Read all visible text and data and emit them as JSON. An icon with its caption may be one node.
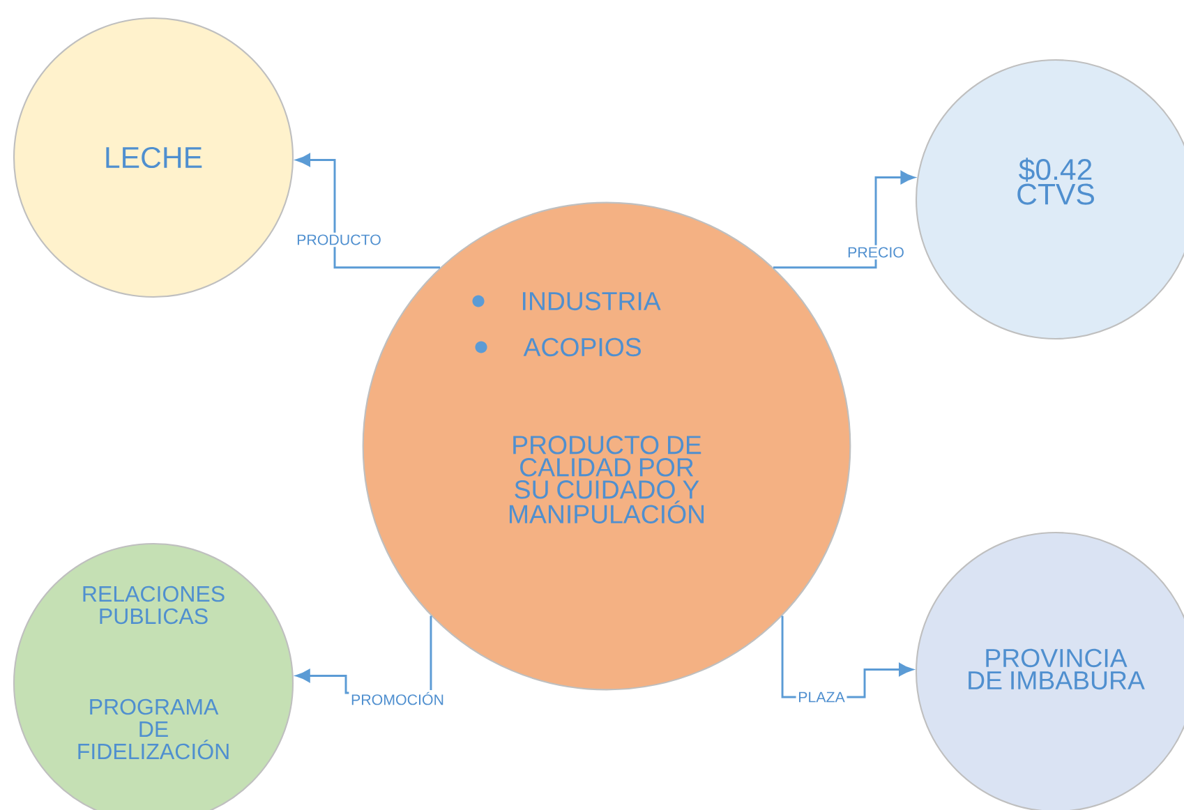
{
  "diagram": {
    "nodes": [
      {
        "text": [
          "INDUSTRIA",
          "ACOPIOS",
          "PRODUCTO DE CALIDAD POR SU CUIDADO Y MANIPULACIÓN"
        ]
      },
      {
        "text": [
          "LECHE"
        ]
      },
      {
        "text": [
          "RELACIONES PUBLICAS",
          "PROGRAMA DE FIDELIZACIÓN"
        ]
      },
      {
        "text": [
          "$0.42 CTVS"
        ]
      },
      {
        "text": [
          "PROVINCIA DE IMBABURA"
        ]
      }
    ],
    "edges": [
      {
        "from": 0,
        "to": 1,
        "arrow": "to",
        "label": "PRODUCTO"
      },
      {
        "from": 0,
        "to": 3,
        "arrow": "to",
        "label": "PRECIO"
      },
      {
        "from": 0,
        "to": 2,
        "arrow": "to",
        "label": "PROMOCIÓN"
      },
      {
        "from": 0,
        "to": 4,
        "arrow": "to",
        "label": "PLAZA"
      }
    ]
  }
}
